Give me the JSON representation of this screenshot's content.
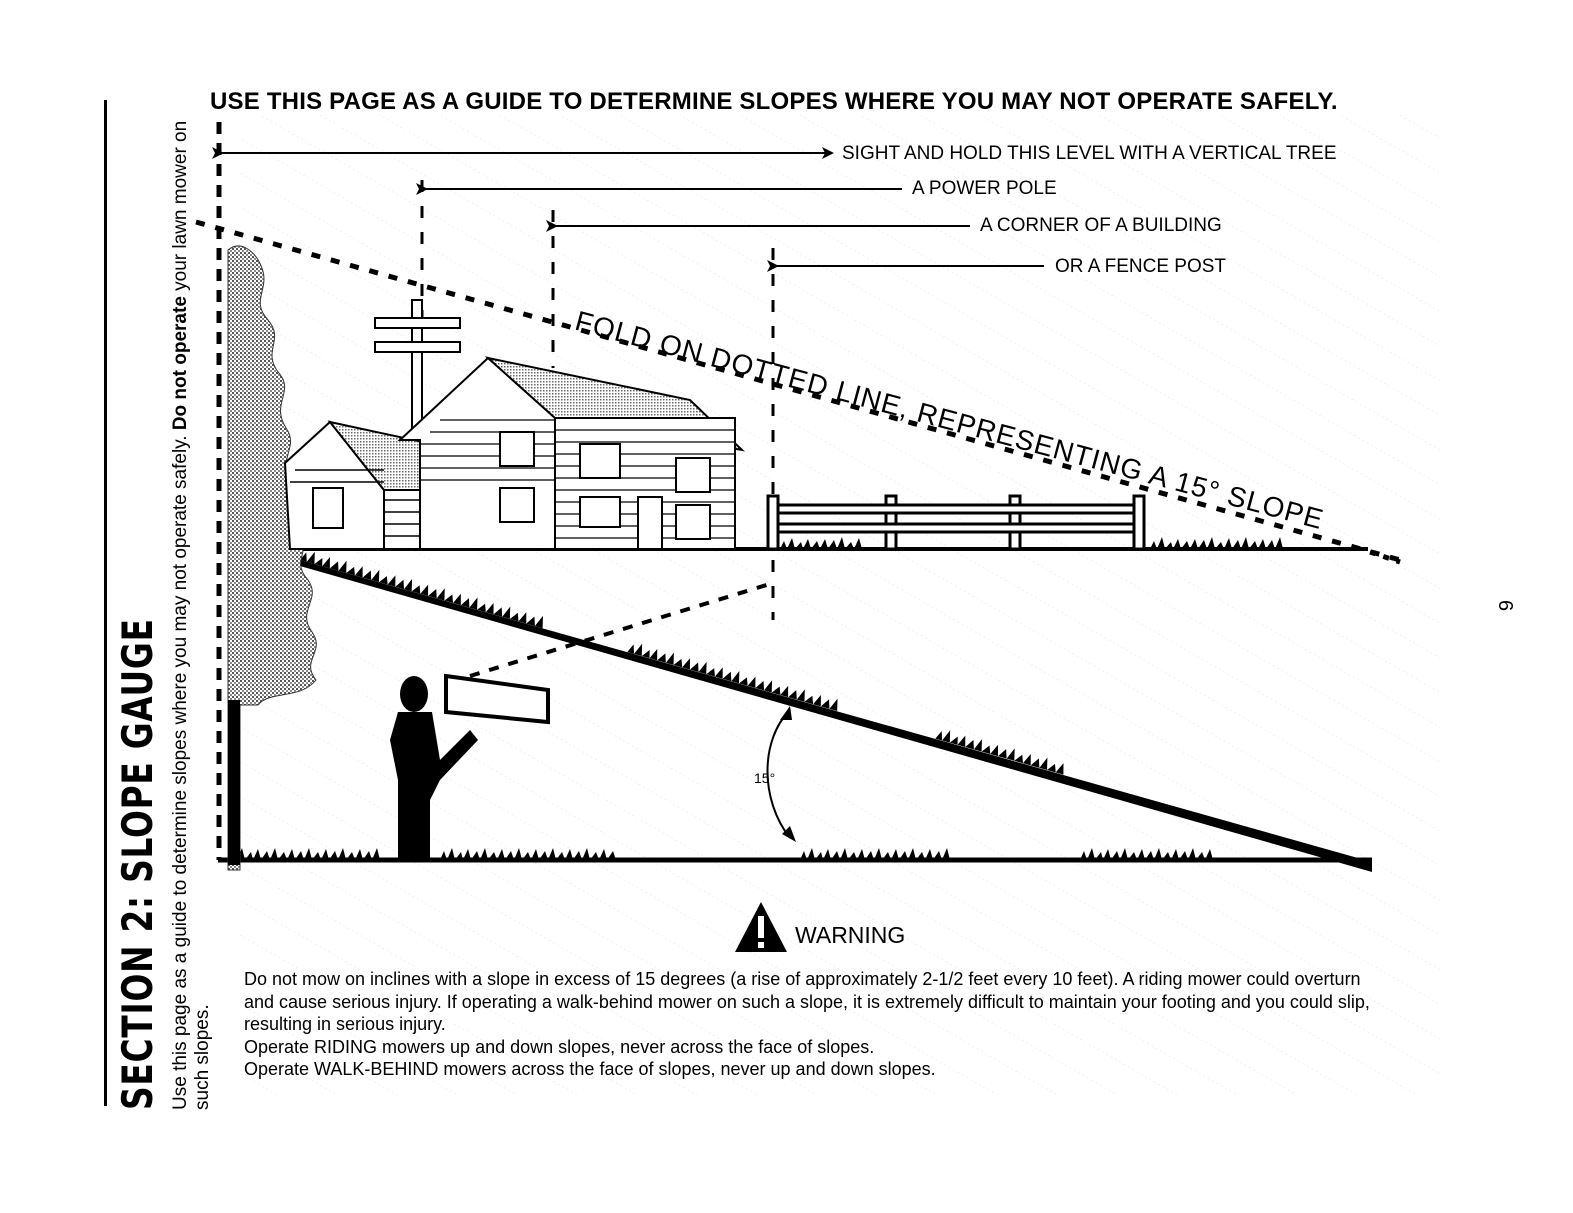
{
  "section_title": "SECTION 2: SLOPE GAUGE",
  "side_text": {
    "before": "Use this page as a guide to determine slopes where you may not operate safely. ",
    "bold": "Do not operate",
    "after": " your lawn mower on such slopes."
  },
  "headline": "USE THIS PAGE AS A GUIDE TO DETERMINE SLOPES WHERE YOU MAY NOT OPERATE SAFELY.",
  "pointers": {
    "tree": "SIGHT AND HOLD THIS LEVEL WITH A VERTICAL TREE",
    "pole": "A POWER POLE",
    "building": "A CORNER OF A BUILDING",
    "fence": "OR A FENCE POST"
  },
  "fold_label": "FOLD ON DOTTED LINE, REPRESENTING A 15° SLOPE",
  "angle_label": "15°",
  "warning": {
    "title": "WARNING",
    "lines": [
      "Do not mow on inclines with a slope in excess of 15 degrees (a rise of approximately 2-1/2 feet every 10 feet). A riding mower could overturn and cause serious injury. If operating a walk-behind mower on such a slope, it is extremely difficult to maintain your footing and you could slip, resulting in serious injury.",
      "Operate RIDING mowers up and down slopes, never across the face of slopes.",
      "Operate WALK-BEHIND mowers across the face of slopes, never up and down slopes."
    ]
  },
  "page_number": "9"
}
